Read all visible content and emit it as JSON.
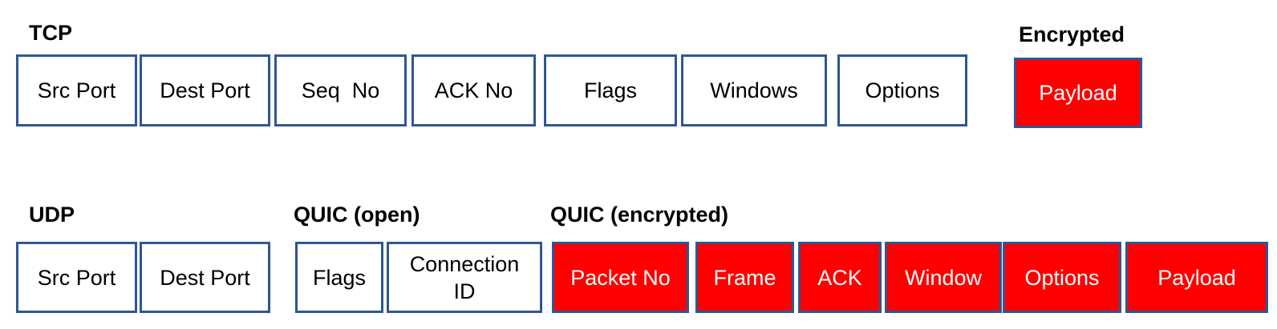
{
  "colors": {
    "border": "#2e5794",
    "encrypted_fill": "#ff0000",
    "encrypted_text": "#ffffff",
    "plain_fill": "#ffffff",
    "text": "#000000",
    "background": "#ffffff"
  },
  "sections": {
    "tcp": {
      "label": "TCP",
      "fields": [
        "Src Port",
        "Dest Port",
        "Seq  No",
        "ACK No",
        "Flags",
        "Windows",
        "Options"
      ]
    },
    "encrypted": {
      "label": "Encrypted",
      "field": "Payload"
    },
    "udp": {
      "label": "UDP",
      "fields": [
        "Src Port",
        "Dest Port"
      ]
    },
    "quic_open": {
      "label": "QUIC (open)",
      "fields": [
        "Flags",
        "Connection\nID"
      ]
    },
    "quic_encrypted": {
      "label": "QUIC (encrypted)",
      "fields": [
        "Packet No",
        "Frame",
        "ACK",
        "Window",
        "Options",
        "Payload"
      ]
    }
  }
}
